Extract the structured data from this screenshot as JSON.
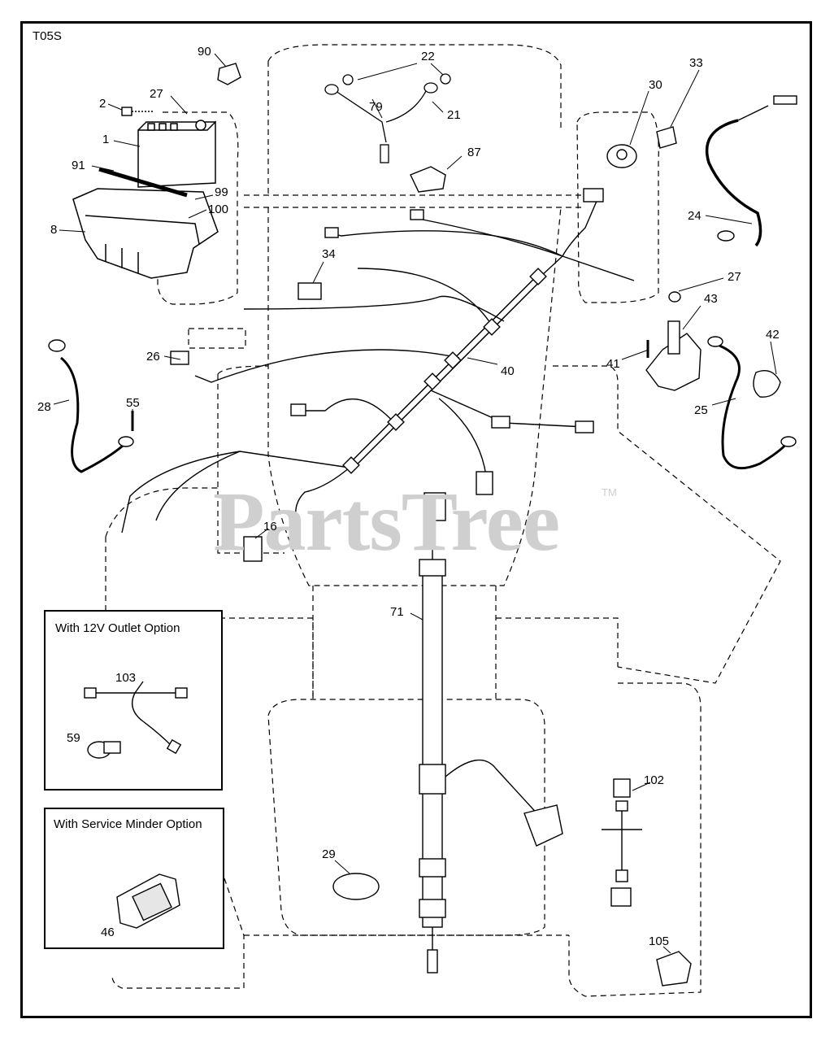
{
  "diagram": {
    "code": "T05S",
    "watermark": "PartsTree",
    "watermark_tm": "TM",
    "callouts": {
      "c90": "90",
      "c22": "22",
      "c33": "33",
      "c27a": "27",
      "c2": "2",
      "c1": "1",
      "c79": "79",
      "c21": "21",
      "c30": "30",
      "c87": "87",
      "c91": "91",
      "c99": "99",
      "c100": "100",
      "c8": "8",
      "c24": "24",
      "c34": "34",
      "c27b": "27",
      "c43": "43",
      "c42": "42",
      "c41": "41",
      "c40": "40",
      "c26": "26",
      "c28": "28",
      "c55": "55",
      "c25": "25",
      "c16": "16",
      "c71": "71",
      "c103": "103",
      "c59": "59",
      "c102": "102",
      "c29": "29",
      "c46": "46",
      "c105": "105"
    },
    "options": {
      "outlet_title": "With 12V Outlet Option",
      "minder_title": "With Service Minder Option"
    }
  }
}
